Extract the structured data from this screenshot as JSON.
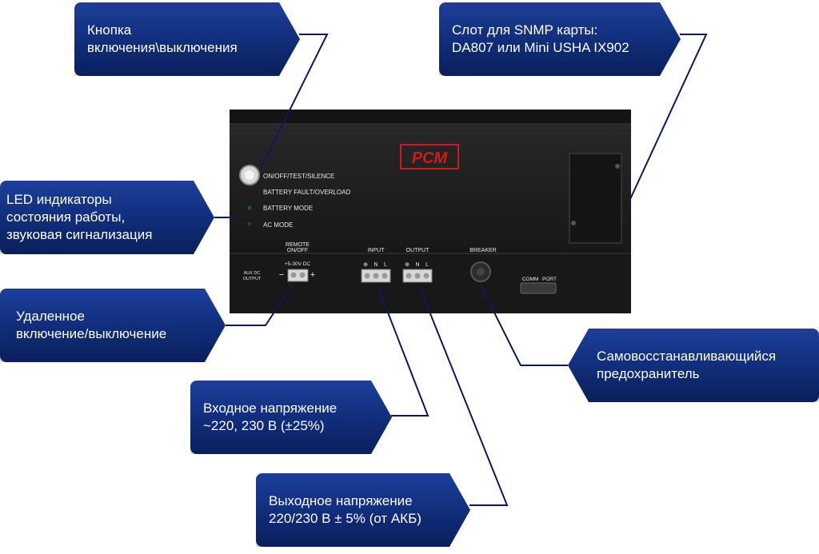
{
  "callouts": {
    "power_button": [
      "Кнопка",
      "включения\\выключения"
    ],
    "snmp_slot": [
      "Слот для SNMP карты:",
      "DA807 или Mini USHA IX902"
    ],
    "led": [
      "LED индикаторы",
      "состояния работы,",
      "звуковая сигнализация"
    ],
    "remote": [
      "Удаленное",
      "включение/выключение"
    ],
    "fuse": [
      "Самовосстанавливающийся",
      "предохранитель"
    ],
    "input": [
      "Входное напряжение",
      "~220, 230 В (±25%)"
    ],
    "output": [
      "Выходное напряжение",
      "220/230 В ± 5% (от АКБ)"
    ]
  },
  "device": {
    "logo": "PCM",
    "leds": [
      "ON/OFF/TEST/SILENCE",
      "BATTERY FAULT/OVERLOAD",
      "BATTERY MODE",
      "AC MODE"
    ],
    "remote_label": [
      "REMOTE",
      "ON/OFF"
    ],
    "remote_range": "+5-30V DC",
    "remote_minus": "−",
    "remote_plus": "+",
    "aux": [
      "AUX DC",
      "OUTPUT"
    ],
    "input_label": "INPUT",
    "output_label": "OUTPUT",
    "terminal_marks": [
      "⊕",
      "N",
      "L"
    ],
    "breaker_label": "BREAKER",
    "comm": "COMM",
    "port": "PORT"
  },
  "colors": {
    "callout": "#12307f",
    "leader": "#0a1a5c",
    "device": "#1e1e1e",
    "logo": "#d21a1a"
  }
}
